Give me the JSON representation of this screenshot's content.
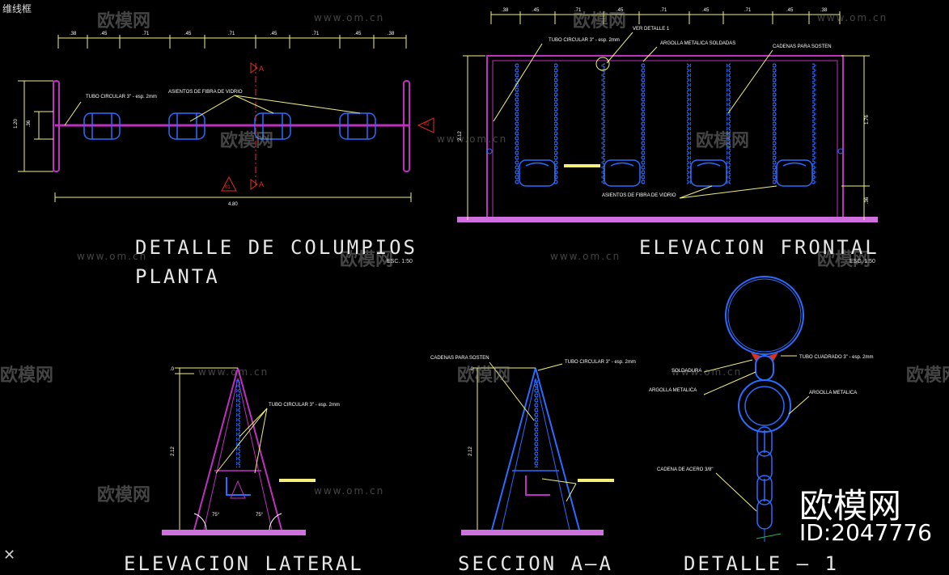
{
  "window": {
    "title": "维线框"
  },
  "views": {
    "plan": {
      "title": "DETALLE DE COLUMPIOS",
      "subtitle": "PLANTA",
      "scale": "ESC. 1:50"
    },
    "front": {
      "title": "ELEVACION FRONTAL",
      "scale": "ESC. 1:50"
    },
    "side": {
      "title": "ELEVACION LATERAL"
    },
    "section": {
      "title": "SECCION A—A"
    },
    "detail": {
      "title": "DETALLE — 1"
    }
  },
  "dims": {
    "plan_top": [
      ".38",
      ".45",
      ".71",
      ".45",
      ".71",
      ".45",
      ".71",
      ".45",
      ".38"
    ],
    "plan_width": "4.80",
    "plan_left_outer": "1.20",
    "plan_left_inner": ".36",
    "front_top": [
      ".38",
      ".45",
      ".71",
      ".45",
      ".71",
      ".45",
      ".71",
      ".45",
      ".38"
    ],
    "front_height_left": "2.12",
    "front_height_right": "1.76",
    "front_bottom_right": ".36",
    "side_height": "2.12",
    "side_top": ".0",
    "side_angle_left": "75°",
    "side_angle_right": "75°",
    "section_height": "2.12",
    "section_top": ".0"
  },
  "labels": {
    "plan_tube": "TUBO CIRCULAR 3\" - esp. 2mm",
    "plan_seats": "ASIENTOS DE FIBRA DE VIDRIO",
    "section_a": "A",
    "mark_01": "01",
    "mark_02": "02",
    "front_tube": "TUBO CIRCULAR 3\" - esp. 2mm",
    "front_ver": "VER DETALLE 1",
    "front_ring": "ARGOLLA METALICA SOLDADAS",
    "front_chains": "CADENAS PARA SOSTEN",
    "front_seats": "ASIENTOS DE FIBRA DE VIDRIO",
    "side_tube": "TUBO CIRCULAR 3\" - esp. 2mm",
    "section_chains": "CADENAS PARA SOSTEN",
    "section_tube": "TUBO CIRCULAR 3\" - esp. 2mm",
    "detail_tube": "TUBO CUADRADO 3\" - esp. 2mm",
    "detail_weld": "SOLDADURA",
    "detail_ring1": "ARGOLLA METALICA",
    "detail_ring2": "ARGOLLA METALICA",
    "detail_chain": "CADENA DE ACERO 3/8\""
  },
  "watermark": {
    "url": "www.om.cn",
    "logo": "欧模网",
    "brand": "欧模网",
    "id": "ID:2047776"
  },
  "colors": {
    "magenta": "#c030c0",
    "blue": "#2a6cff",
    "yellow": "#f3ef7a",
    "red": "#e03020",
    "ground": "#d070e0"
  }
}
